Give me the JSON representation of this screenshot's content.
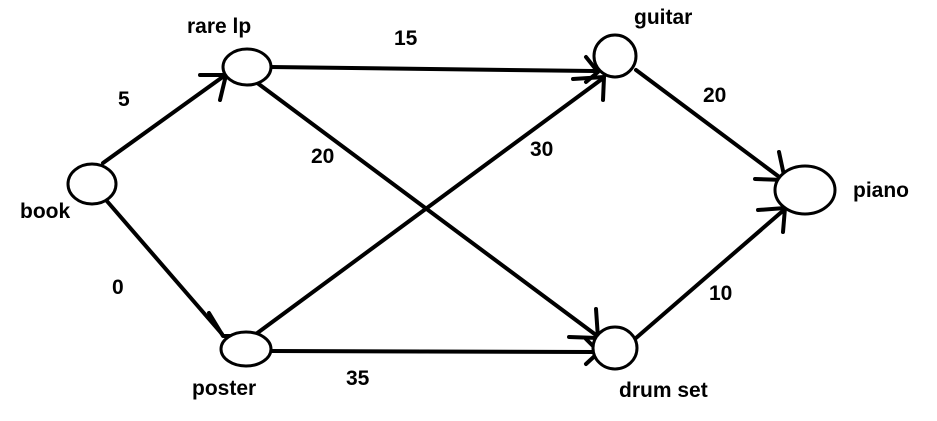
{
  "nodes": {
    "book": "book",
    "rare_lp": "rare lp",
    "poster": "poster",
    "guitar": "guitar",
    "drum_set": "drum set",
    "piano": "piano"
  },
  "edges": [
    {
      "from": "book",
      "to": "rare lp",
      "weight": "5"
    },
    {
      "from": "book",
      "to": "poster",
      "weight": "0"
    },
    {
      "from": "rare lp",
      "to": "guitar",
      "weight": "15"
    },
    {
      "from": "rare lp",
      "to": "drum set",
      "weight": "20"
    },
    {
      "from": "poster",
      "to": "guitar",
      "weight": "30"
    },
    {
      "from": "poster",
      "to": "drum set",
      "weight": "35"
    },
    {
      "from": "guitar",
      "to": "piano",
      "weight": "20"
    },
    {
      "from": "drum set",
      "to": "piano",
      "weight": "10"
    }
  ]
}
